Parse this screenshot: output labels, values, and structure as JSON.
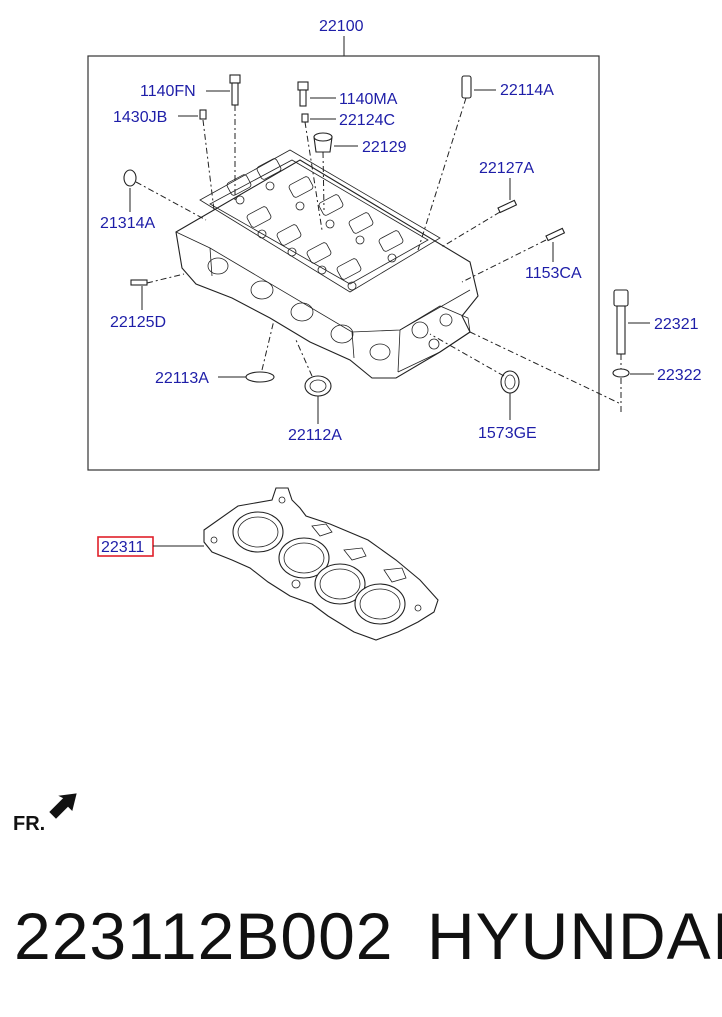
{
  "diagram": {
    "main_assembly": "22100",
    "callouts": {
      "c1140FN": "1140FN",
      "c1430JB": "1430JB",
      "c1140MA": "1140MA",
      "c22124C": "22124C",
      "c22129": "22129",
      "c22114A": "22114A",
      "c22127A": "22127A",
      "c21314A": "21314A",
      "c1153CA": "1153CA",
      "c22125D": "22125D",
      "c22321": "22321",
      "c22322": "22322",
      "c22113A": "22113A",
      "c22112A": "22112A",
      "c1573GE": "1573GE",
      "c22311": "22311"
    },
    "highlight_color": "#e0202a",
    "callout_color": "#1e1ea8",
    "front_marker": "FR."
  },
  "footer": {
    "part_number": "223112B002",
    "brand": "HYUNDAI"
  }
}
